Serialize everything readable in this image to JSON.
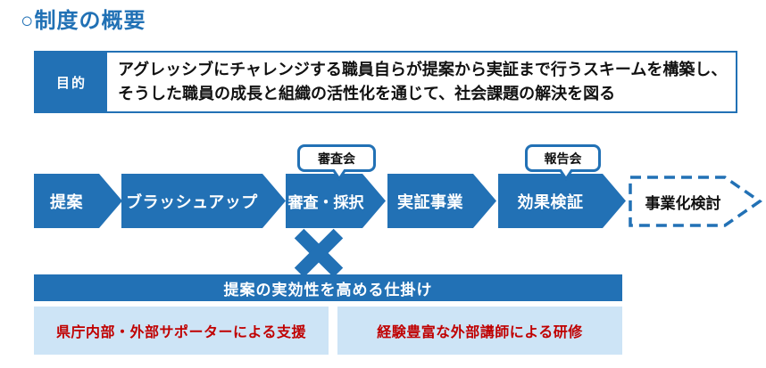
{
  "page": {
    "title": "○制度の概要"
  },
  "purpose": {
    "label": "目的",
    "text_line1": "アグレッシブにチャレンジする職員自らが提案から実証まで行うスキームを構築し、",
    "text_line2": "そうした職員の成長と組織の活性化を通じて、社会課題の解決を図る"
  },
  "flow": {
    "steps": [
      {
        "label": "提案",
        "type": "solid"
      },
      {
        "label": "ブラッシュアップ",
        "type": "solid"
      },
      {
        "label": "審査・採択",
        "type": "solid",
        "callout": "審査会"
      },
      {
        "label": "実証事業",
        "type": "solid"
      },
      {
        "label": "効果検証",
        "type": "solid",
        "callout": "報告会"
      },
      {
        "label": "事業化検討",
        "type": "dashed-outline"
      }
    ],
    "connector": "×"
  },
  "callouts": {
    "review_meeting": "審査会",
    "report_meeting": "報告会"
  },
  "mechanisms": {
    "header": "提案の実効性を高める仕掛け",
    "items": [
      {
        "label": "県庁内部・外部サポーターによる支援"
      },
      {
        "label": "経験豊富な外部講師による研修"
      }
    ]
  },
  "colors": {
    "primary_blue": "#2271B5",
    "light_blue": "#CDE4F6",
    "accent_red": "#C00000",
    "text_black": "#111111",
    "white": "#FFFFFF"
  }
}
